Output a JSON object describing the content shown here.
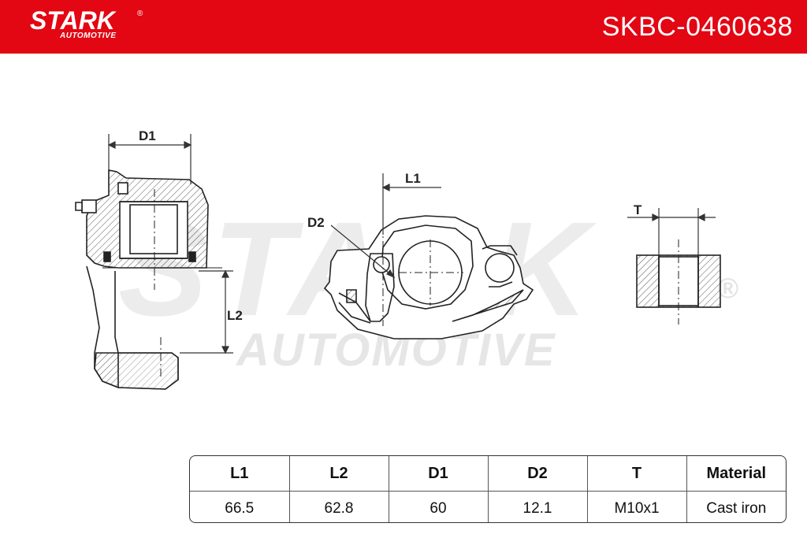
{
  "header": {
    "brand": "STARK",
    "brand_sub": "AUTOMOTIVE",
    "registered_mark": "®",
    "part_number": "SKBC-0460638",
    "brand_color": "#e30613"
  },
  "watermark": {
    "main": "STARK",
    "sub": "AUTOMOTIVE",
    "registered_mark": "®"
  },
  "drawing": {
    "labels": {
      "d1": "D1",
      "l2": "L2",
      "l1": "L1",
      "d2": "D2",
      "t": "T"
    }
  },
  "spec_table": {
    "headers": [
      "L1",
      "L2",
      "D1",
      "D2",
      "T",
      "Material"
    ],
    "values": [
      "66.5",
      "62.8",
      "60",
      "12.1",
      "M10x1",
      "Cast iron"
    ]
  }
}
